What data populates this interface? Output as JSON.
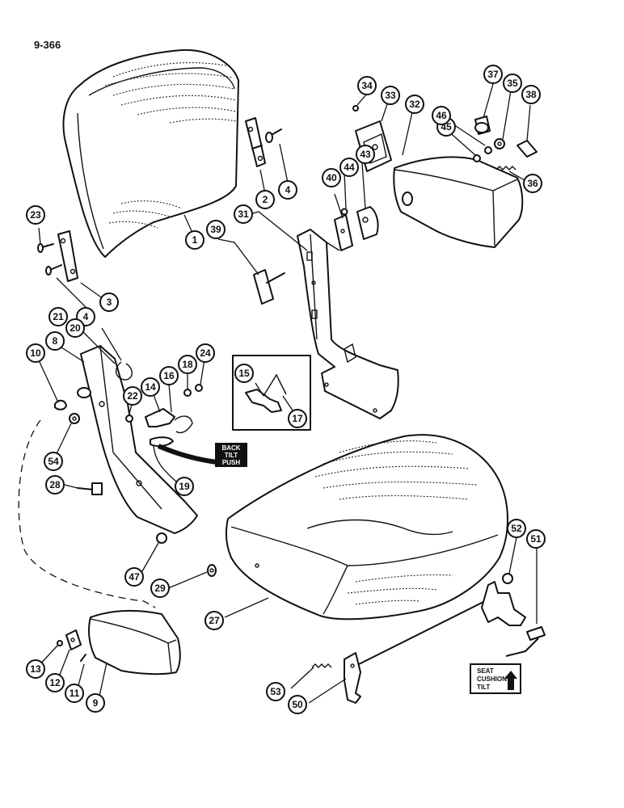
{
  "page_id": "9-366",
  "decals": {
    "back_tilt": [
      "BACK",
      "TILT",
      "PUSH"
    ],
    "seat_cushion_tilt": [
      "SEAT",
      "CUSHION",
      "TILT"
    ]
  },
  "callouts": [
    "1",
    "2",
    "3",
    "4",
    "4",
    "8",
    "9",
    "10",
    "11",
    "12",
    "13",
    "14",
    "15",
    "16",
    "17",
    "18",
    "19",
    "20",
    "21",
    "22",
    "23",
    "24",
    "27",
    "28",
    "29",
    "31",
    "32",
    "33",
    "34",
    "35",
    "36",
    "37",
    "38",
    "39",
    "40",
    "43",
    "44",
    "45",
    "46",
    "47",
    "50",
    "51",
    "52",
    "53",
    "54"
  ]
}
